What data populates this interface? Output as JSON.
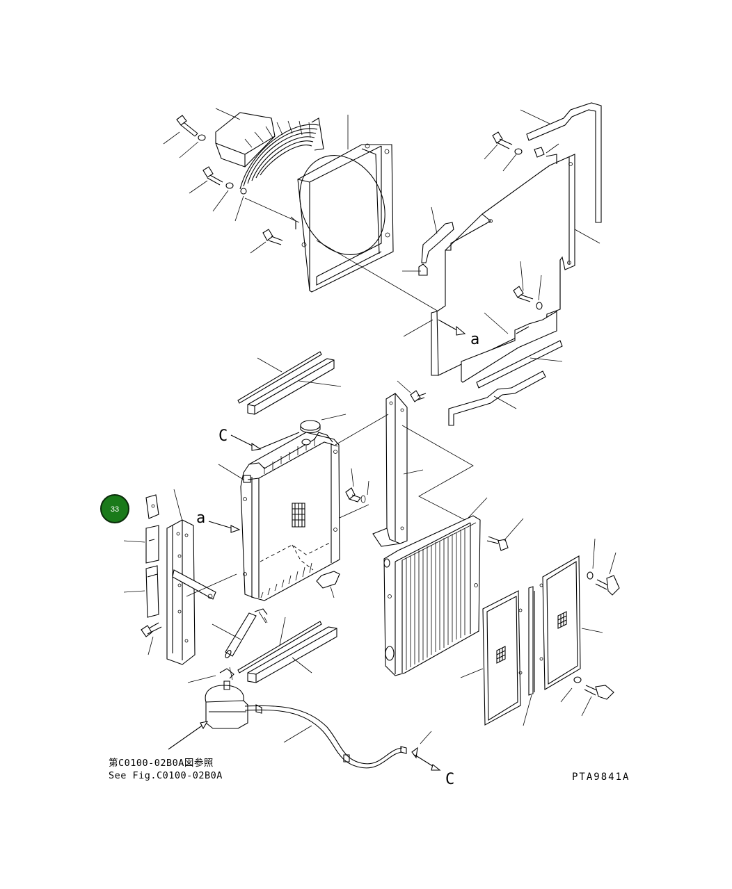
{
  "callout": {
    "label": "33",
    "fill": "#1a7a1a",
    "stroke": "#0a2a0a"
  },
  "letters": {
    "a1": "a",
    "a2": "a",
    "c1": "C",
    "c2": "C"
  },
  "reference_note": {
    "line_jp": "第C0100-02B0A図参照",
    "line_en": "See Fig.C0100-02B0A"
  },
  "drawing_code": "PTA9841A"
}
